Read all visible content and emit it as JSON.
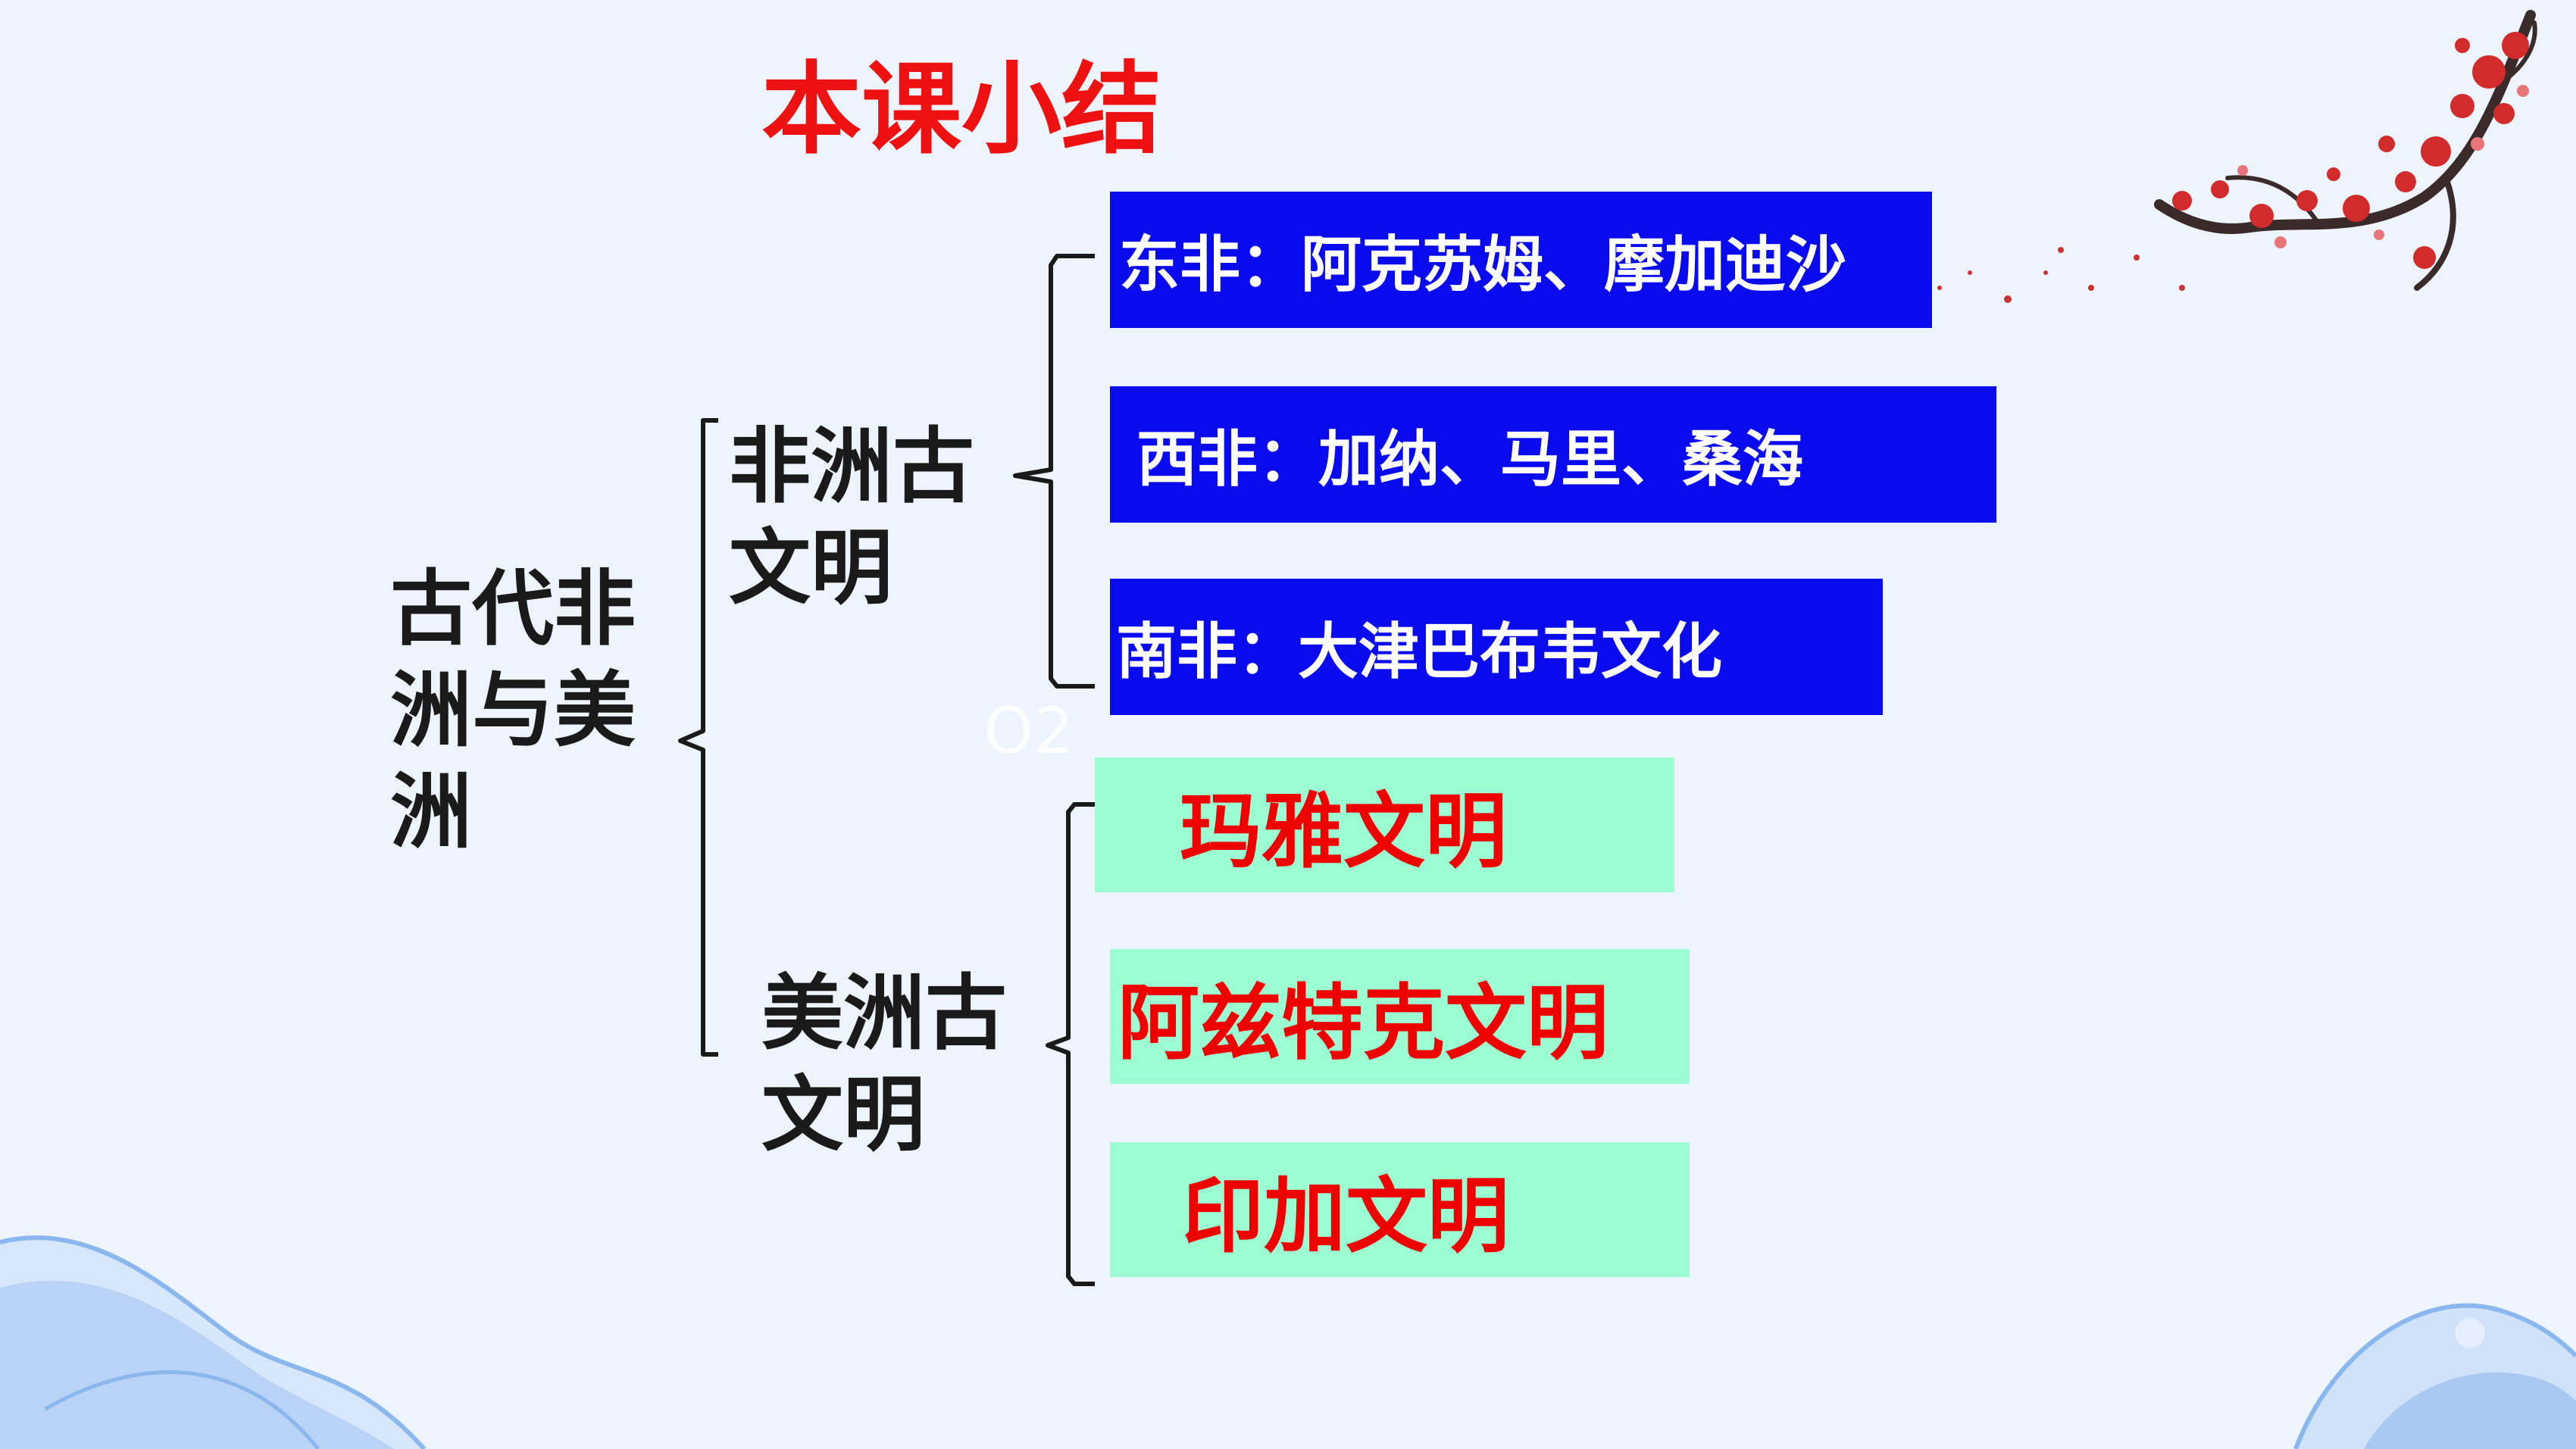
{
  "slide": {
    "title": "本课小结",
    "root": "古代非洲与美洲",
    "watermark": "O2",
    "branches": [
      {
        "label": "非洲古文明",
        "items": [
          {
            "text": "东非：阿克苏姆、摩加迪沙"
          },
          {
            "text": "西非：加纳、马里、桑海"
          },
          {
            "text": "南非：大津巴布韦文化"
          }
        ]
      },
      {
        "label": "美洲古文明",
        "items": [
          {
            "text": "玛雅文明"
          },
          {
            "text": "阿兹特克文明"
          },
          {
            "text": "印加文明"
          }
        ]
      }
    ]
  },
  "colors": {
    "background": "#eef4fd",
    "title": "#ee1111",
    "africa_box": "#0a0aee",
    "africa_text": "#ffffff",
    "america_box": "#9dfdd2",
    "america_text": "#ee0000",
    "bracket": "#1a1a1a",
    "wave": "#8ab7ee",
    "blossom": "#d22b2b"
  },
  "icons": [
    "plum-blossom-branch-icon",
    "bottom-left-wave-icon",
    "bottom-right-wave-icon"
  ]
}
